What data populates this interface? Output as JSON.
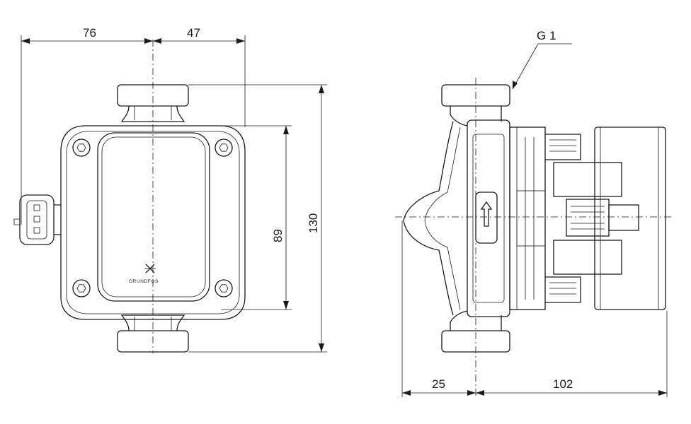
{
  "dimensions": {
    "front_left_width": "76",
    "front_right_width": "47",
    "front_body_height": "89",
    "overall_height": "130",
    "side_left_depth": "25",
    "side_right_depth": "102",
    "thread_callout": "G 1"
  },
  "brand": {
    "logo_text": "GRUNDFOS"
  }
}
